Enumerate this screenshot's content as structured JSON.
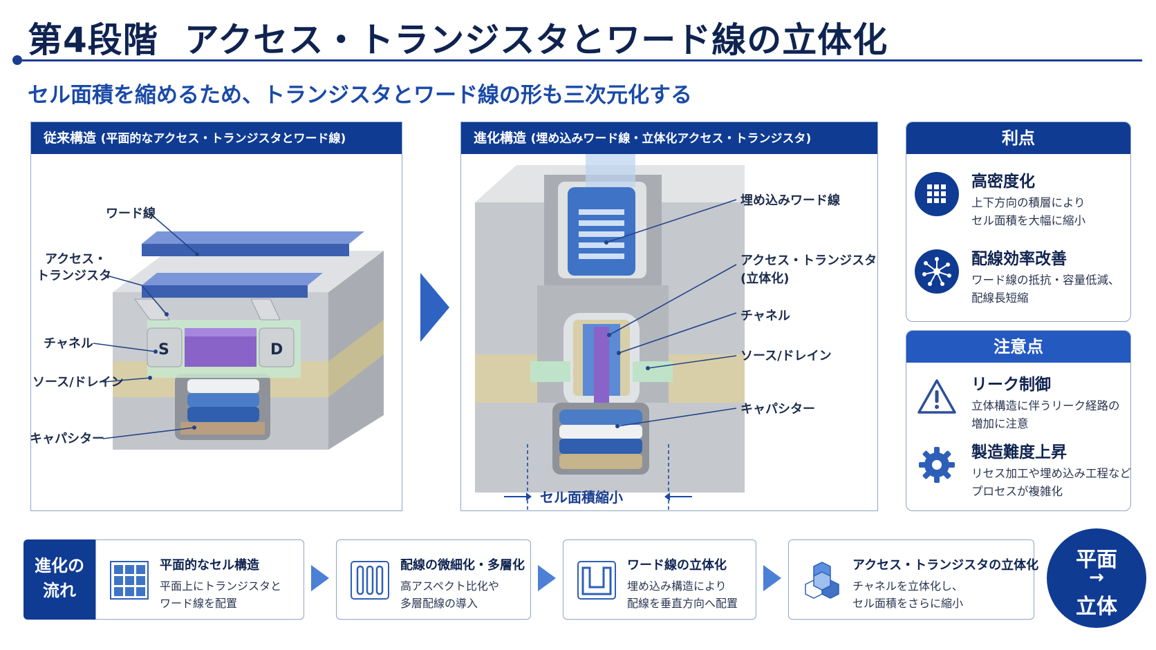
{
  "title": {
    "main": "第4段階",
    "rest": "アクセス・トランジスタとワード線の立体化"
  },
  "subtitle": "セル面積を縮めるため、トランジスタとワード線の形も三次元化する",
  "left_panel": {
    "head": "従来構造",
    "head_note": "(平面的なアクセス・トランジスタとワード線)",
    "labels": {
      "word_line": "ワード線",
      "access_1": "アクセス・",
      "access_2": "トランジスタ",
      "channel": "チャネル",
      "source_drain": "ソース/ドレイン",
      "capacitor": "キャパシター",
      "s": "S",
      "d": "D"
    }
  },
  "right_panel": {
    "head": "進化構造",
    "head_note": "(埋め込みワード線・立体化アクセス・トランジスタ)",
    "labels": {
      "buried_word_line": "埋め込みワード線",
      "access_1": "アクセス・トランジスタ",
      "access_2": "(立体化)",
      "channel": "チャネル",
      "source_drain": "ソース/ドレイン",
      "capacitor": "キャパシター",
      "cell_shrink": "セル面積縮小"
    }
  },
  "benefits": {
    "head": "利点",
    "items": [
      {
        "icon": "grid-icon",
        "title": "高密度化",
        "desc1": "上下方向の積層により",
        "desc2": "セル面積を大幅に縮小"
      },
      {
        "icon": "network-icon",
        "title": "配線効率改善",
        "desc1": "ワード線の抵抗・容量低減、",
        "desc2": "配線長短縮"
      }
    ]
  },
  "cautions": {
    "head": "注意点",
    "items": [
      {
        "icon": "warning-icon",
        "title": "リーク制御",
        "desc1": "立体構造に伴うリーク経路の",
        "desc2": "増加に注意"
      },
      {
        "icon": "gear-icon",
        "title": "製造難度上昇",
        "desc1": "リセス加工や埋め込み工程など",
        "desc2": "プロセスが複雑化"
      }
    ]
  },
  "flow": {
    "label_1": "進化の",
    "label_2": "流れ",
    "steps": [
      {
        "icon": "grid-icon",
        "title": "平面的なセル構造",
        "desc1": "平面上にトランジスタと",
        "desc2": "ワード線を配置"
      },
      {
        "icon": "lines-icon",
        "title": "配線の微細化・多層化",
        "desc1": "高アスペクト比化や",
        "desc2": "多層配線の導入"
      },
      {
        "icon": "trench-icon",
        "title": "ワード線の立体化",
        "desc1": "埋め込み構造により",
        "desc2": "配線を垂直方向へ配置"
      },
      {
        "icon": "cubes-icon",
        "title": "アクセス・トランジスタの立体化",
        "desc1": "チャネルを立体化し、",
        "desc2": "セル面積をさらに縮小"
      }
    ],
    "circle_1": "平面",
    "circle_2": "→",
    "circle_3": "立体"
  },
  "colors": {
    "navy": "#0f3b93",
    "accent_blue": "#1a4aa8",
    "word_line_blue": "#4a6fc4",
    "channel_purple": "#8a63c8",
    "contact_green": "#bfe3c8"
  }
}
